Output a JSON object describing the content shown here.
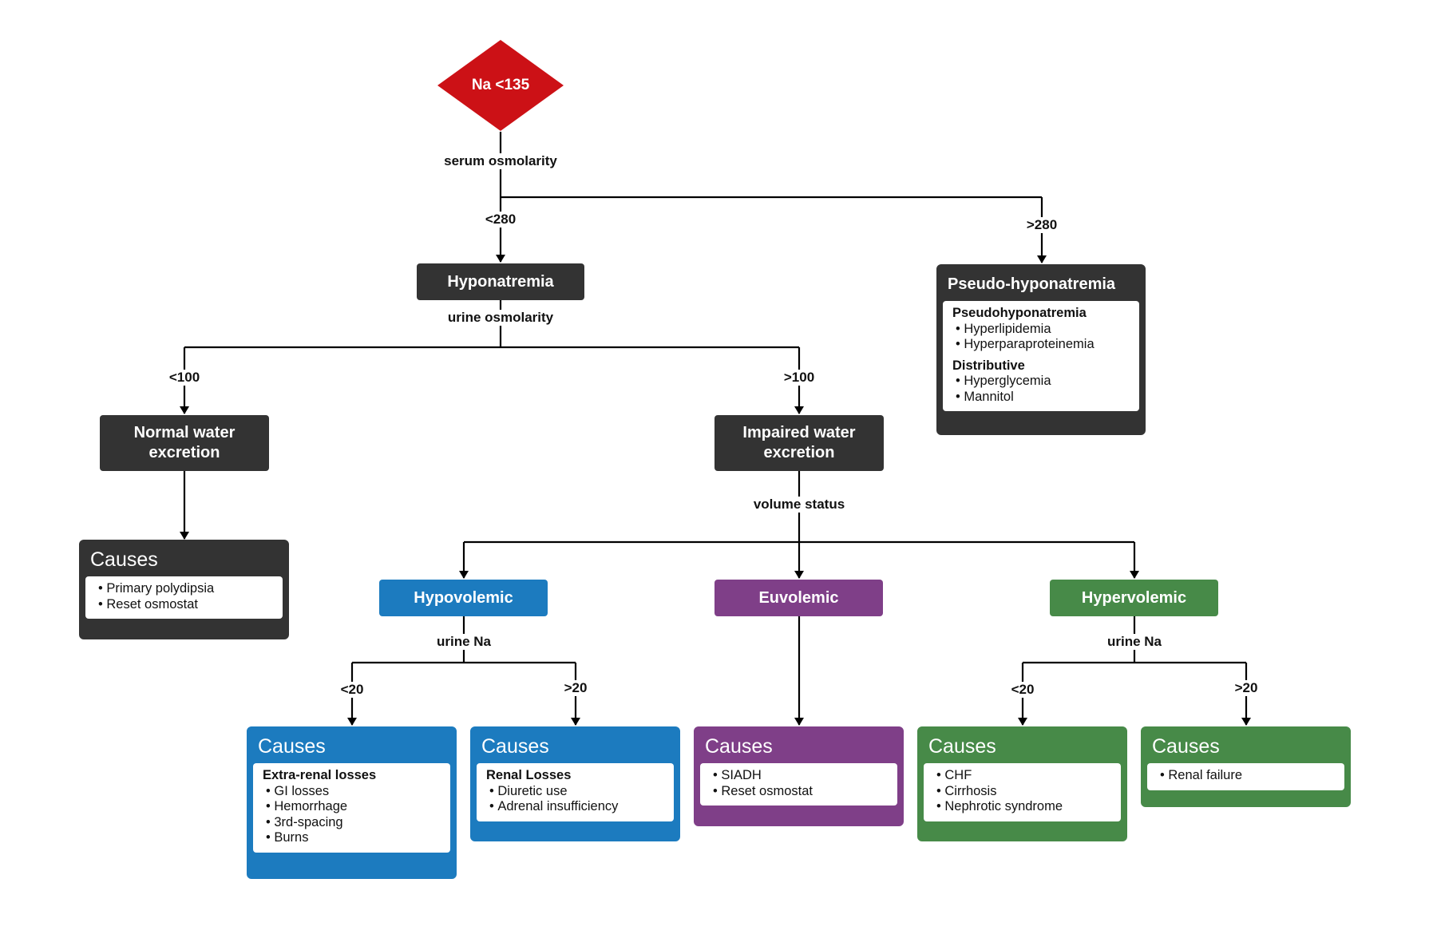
{
  "colors": {
    "decision": "#cc1116",
    "dark": "#333333",
    "blue": "#1c7bbf",
    "purple": "#7f3f88",
    "green": "#478a48",
    "line": "#000000"
  },
  "root": {
    "label": "Na <135"
  },
  "edges": {
    "serum_osmolarity": "serum osmolarity",
    "lt280": "<280",
    "gt280": ">280",
    "urine_osmolarity": "urine osmolarity",
    "lt100": "<100",
    "gt100": ">100",
    "volume_status": "volume status",
    "hypo_urine_na": "urine Na",
    "hypo_lt20": "<20",
    "hypo_gt20": ">20",
    "hyper_urine_na": "urine Na",
    "hyper_lt20": "<20",
    "hyper_gt20": ">20"
  },
  "nodes": {
    "hyponatremia": "Hyponatremia",
    "normal_water": "Normal water excretion",
    "impaired_water": "Impaired water excretion",
    "hypovolemic": "Hypovolemic",
    "euvolemic": "Euvolemic",
    "hypervolemic": "Hypervolemic"
  },
  "cards": {
    "pseudo": {
      "header": "Pseudo-hyponatremia",
      "groups": [
        {
          "title": "Pseudohyponatremia",
          "items": [
            "Hyperlipidemia",
            "Hyperparaproteinemia"
          ]
        },
        {
          "title": "Distributive",
          "items": [
            "Hyperglycemia",
            "Mannitol"
          ]
        }
      ]
    },
    "normal_causes": {
      "header": "Causes",
      "groups": [
        {
          "title": "",
          "items": [
            "Primary polydipsia",
            "Reset osmostat"
          ]
        }
      ]
    },
    "hypo_lt20_causes": {
      "header": "Causes",
      "groups": [
        {
          "title": "Extra-renal losses",
          "items": [
            "GI losses",
            "Hemorrhage",
            "3rd-spacing",
            "Burns"
          ]
        }
      ]
    },
    "hypo_gt20_causes": {
      "header": "Causes",
      "groups": [
        {
          "title": "Renal Losses",
          "items": [
            "Diuretic use",
            "Adrenal insufficiency"
          ]
        }
      ]
    },
    "eu_causes": {
      "header": "Causes",
      "groups": [
        {
          "title": "",
          "items": [
            "SIADH",
            "Reset osmostat"
          ]
        }
      ]
    },
    "hyper_lt20_causes": {
      "header": "Causes",
      "groups": [
        {
          "title": "",
          "items": [
            "CHF",
            "Cirrhosis",
            "Nephrotic syndrome"
          ]
        }
      ]
    },
    "hyper_gt20_causes": {
      "header": "Causes",
      "groups": [
        {
          "title": "",
          "items": [
            "Renal failure"
          ]
        }
      ]
    }
  }
}
